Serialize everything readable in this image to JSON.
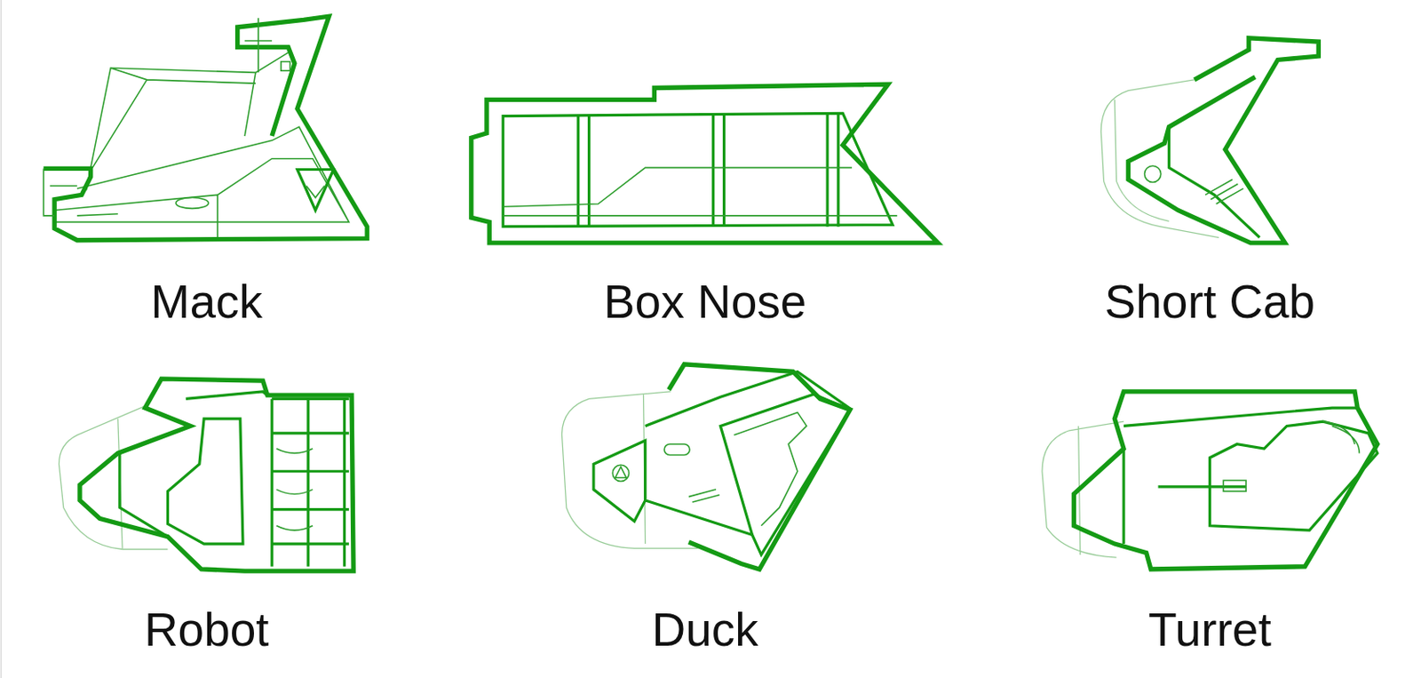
{
  "diagram": {
    "labels": [
      "Mack",
      "Box Nose",
      "Short Cab",
      "Robot",
      "Duck",
      "Turret"
    ]
  }
}
